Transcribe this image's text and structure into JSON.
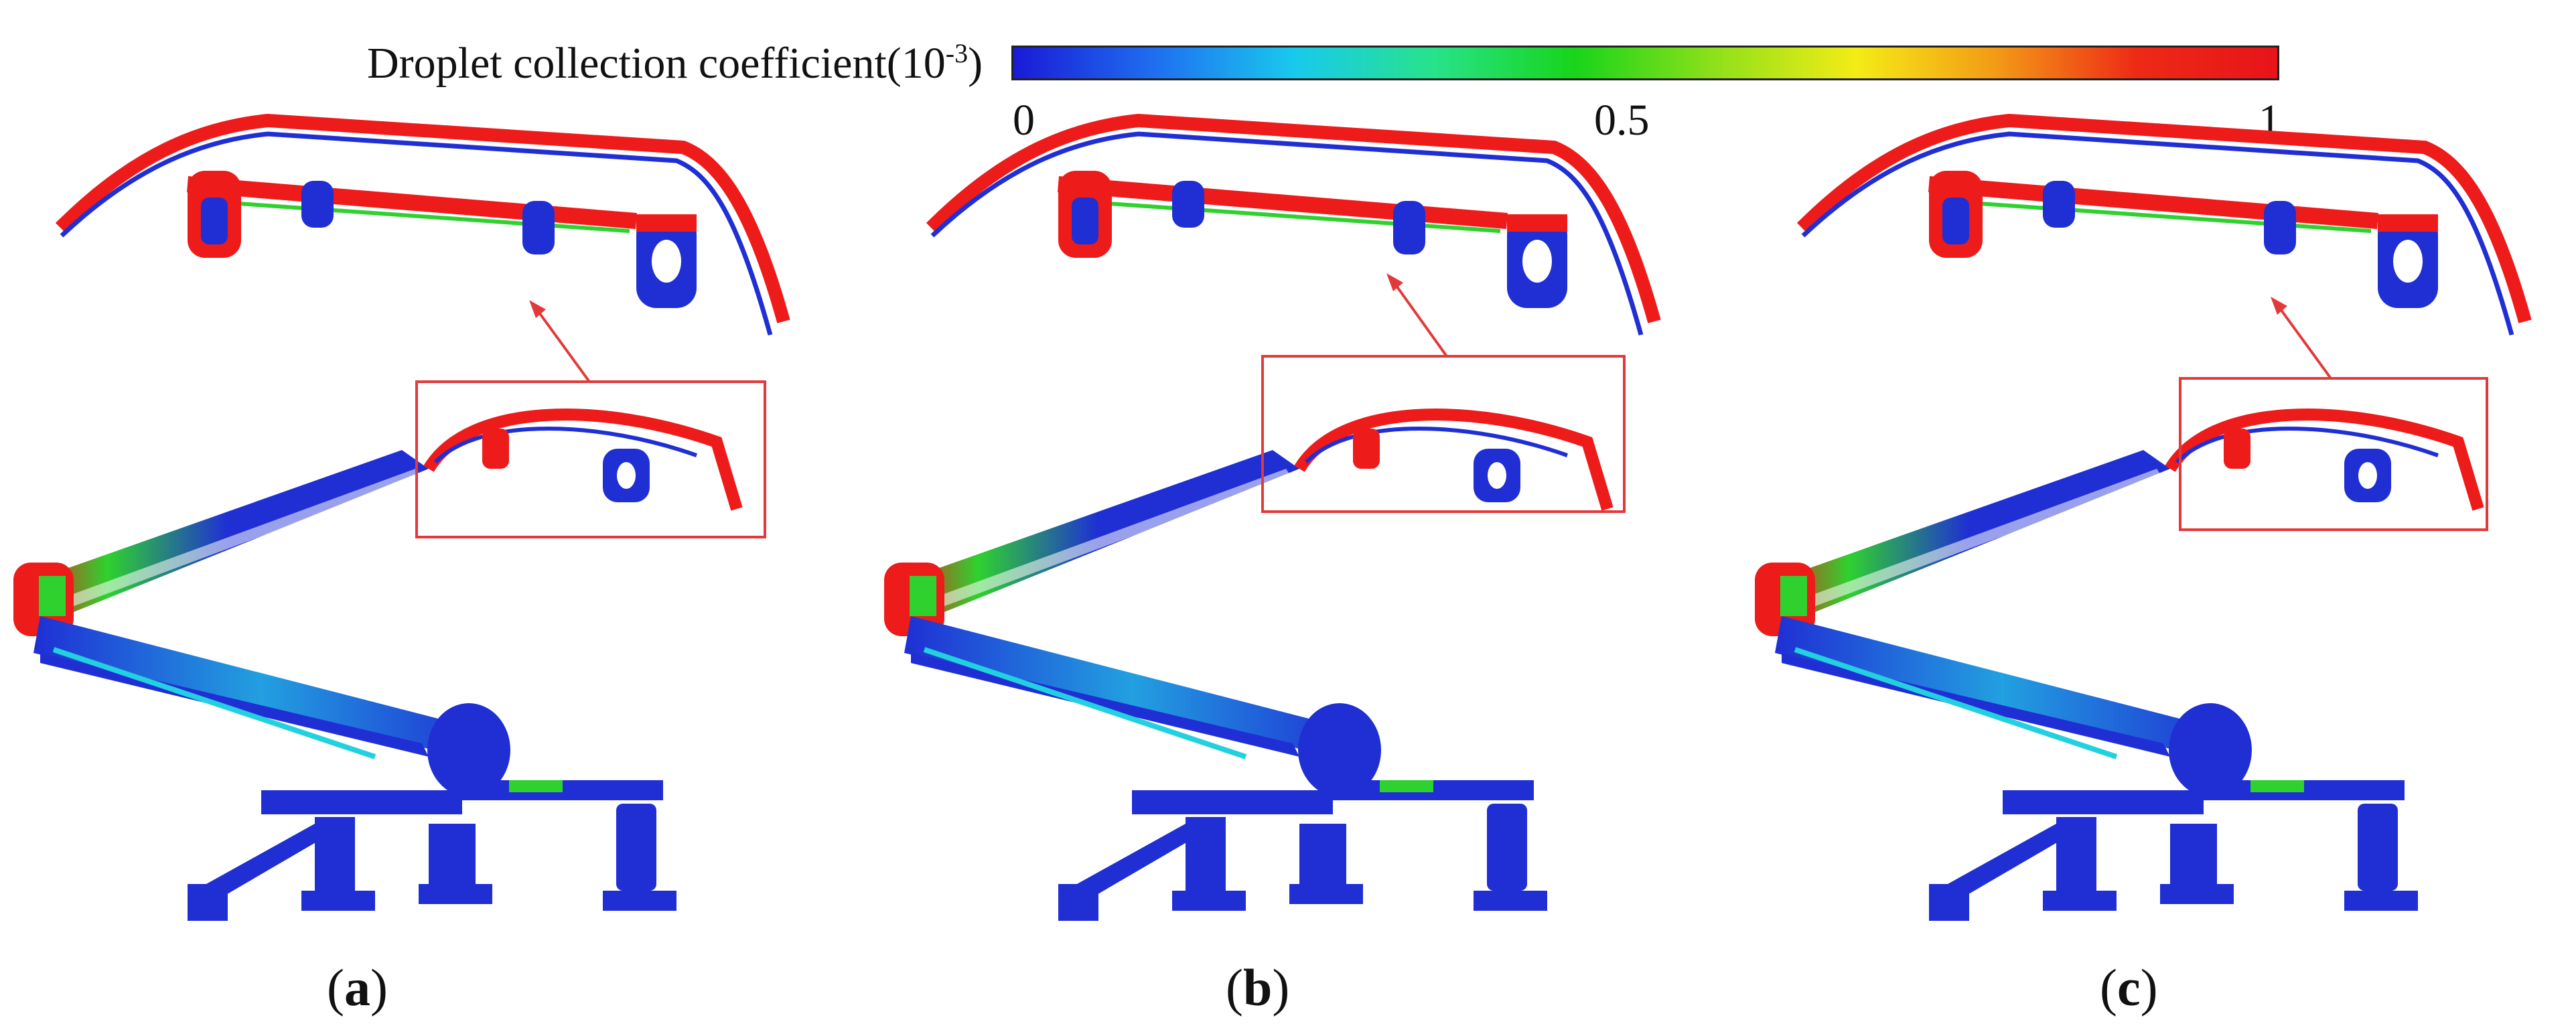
{
  "colorbar": {
    "label_main": "Droplet collection coefficient(10",
    "label_exp": "-3",
    "label_close": ")",
    "ticks": [
      "0",
      "0.5",
      "1"
    ],
    "range": [
      0,
      1
    ],
    "colormap": [
      "#1a1ad6",
      "#1f6ef0",
      "#19c9ee",
      "#27e38a",
      "#18d41a",
      "#8fe01a",
      "#f4ec16",
      "#f39a16",
      "#ee2a16",
      "#e8131a"
    ]
  },
  "panels": [
    {
      "letter": "a"
    },
    {
      "letter": "b"
    },
    {
      "letter": "c"
    }
  ],
  "colors": {
    "deposit_high": "#ee1b1b",
    "deposit_low": "#1f2fd4",
    "deposit_mid": "#22d0e0",
    "deposit_green": "#2fd12f",
    "zoom_box": "#e23a3a"
  }
}
